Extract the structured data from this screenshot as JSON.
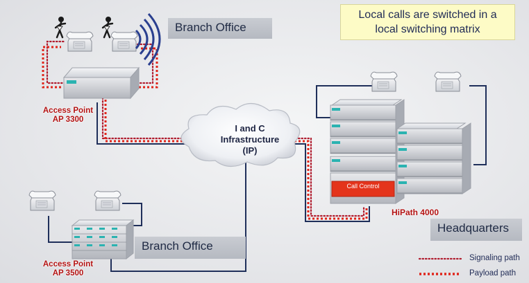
{
  "note": {
    "line1": "Local calls are switched in a",
    "line2": "local switching matrix"
  },
  "labels": {
    "branch_office_top": "Branch Office",
    "branch_office_bottom": "Branch Office",
    "headquarters": "Headquarters"
  },
  "access_points": {
    "ap3300": {
      "line1": "Access Point",
      "line2": "AP 3300"
    },
    "ap3500": {
      "line1": "Access Point",
      "line2": "AP 3500"
    }
  },
  "cloud": {
    "line1": "I and C",
    "line2": "Infrastructure",
    "line3": "(IP)"
  },
  "hipath": {
    "name": "HiPath 4000",
    "call_control": "Call Control"
  },
  "legend": {
    "signaling": "Signaling path",
    "payload": "Payload path"
  },
  "colors": {
    "signaling": "#b01c2e",
    "payload": "#e0241a",
    "trunk": "#1f2f5a",
    "label_red": "#b31212",
    "note_bg": "#fdfbc6"
  }
}
